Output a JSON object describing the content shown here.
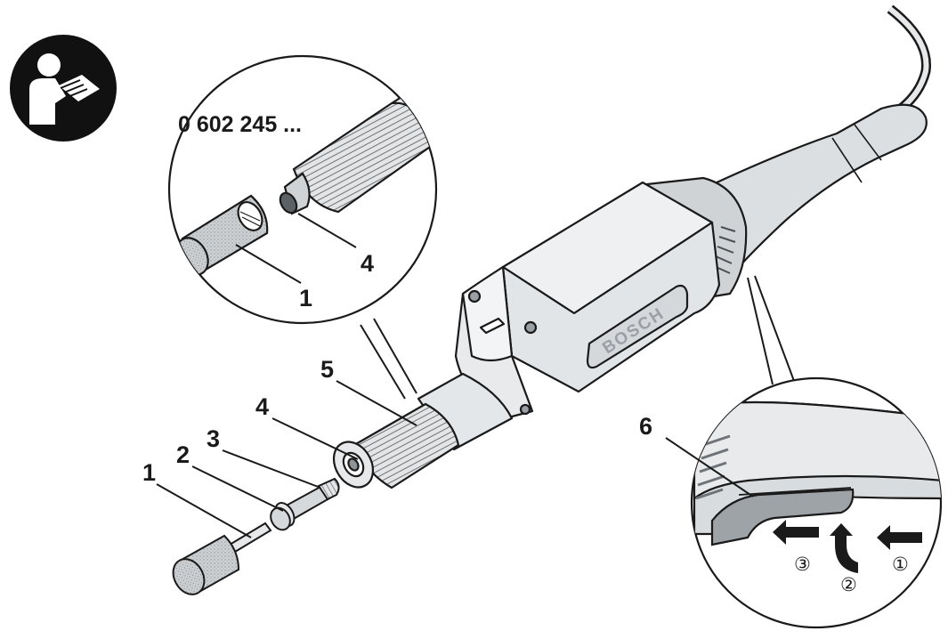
{
  "manual_icon": "read-manual-icon",
  "model_number": "0 602 245 ...",
  "brand": "BOSCH",
  "callouts": {
    "c1_detail": "1",
    "c4_detail": "4",
    "c1": "1",
    "c2": "2",
    "c3": "3",
    "c4": "4",
    "c5": "5",
    "c6": "6"
  },
  "steps": {
    "s1": "①",
    "s2": "②",
    "s3": "③"
  },
  "colors": {
    "line": "#1a1a1a",
    "body": "#e6e8ea",
    "shade": "#c9cdd1",
    "dark": "#8e9398",
    "icon_bg": "#111111"
  }
}
